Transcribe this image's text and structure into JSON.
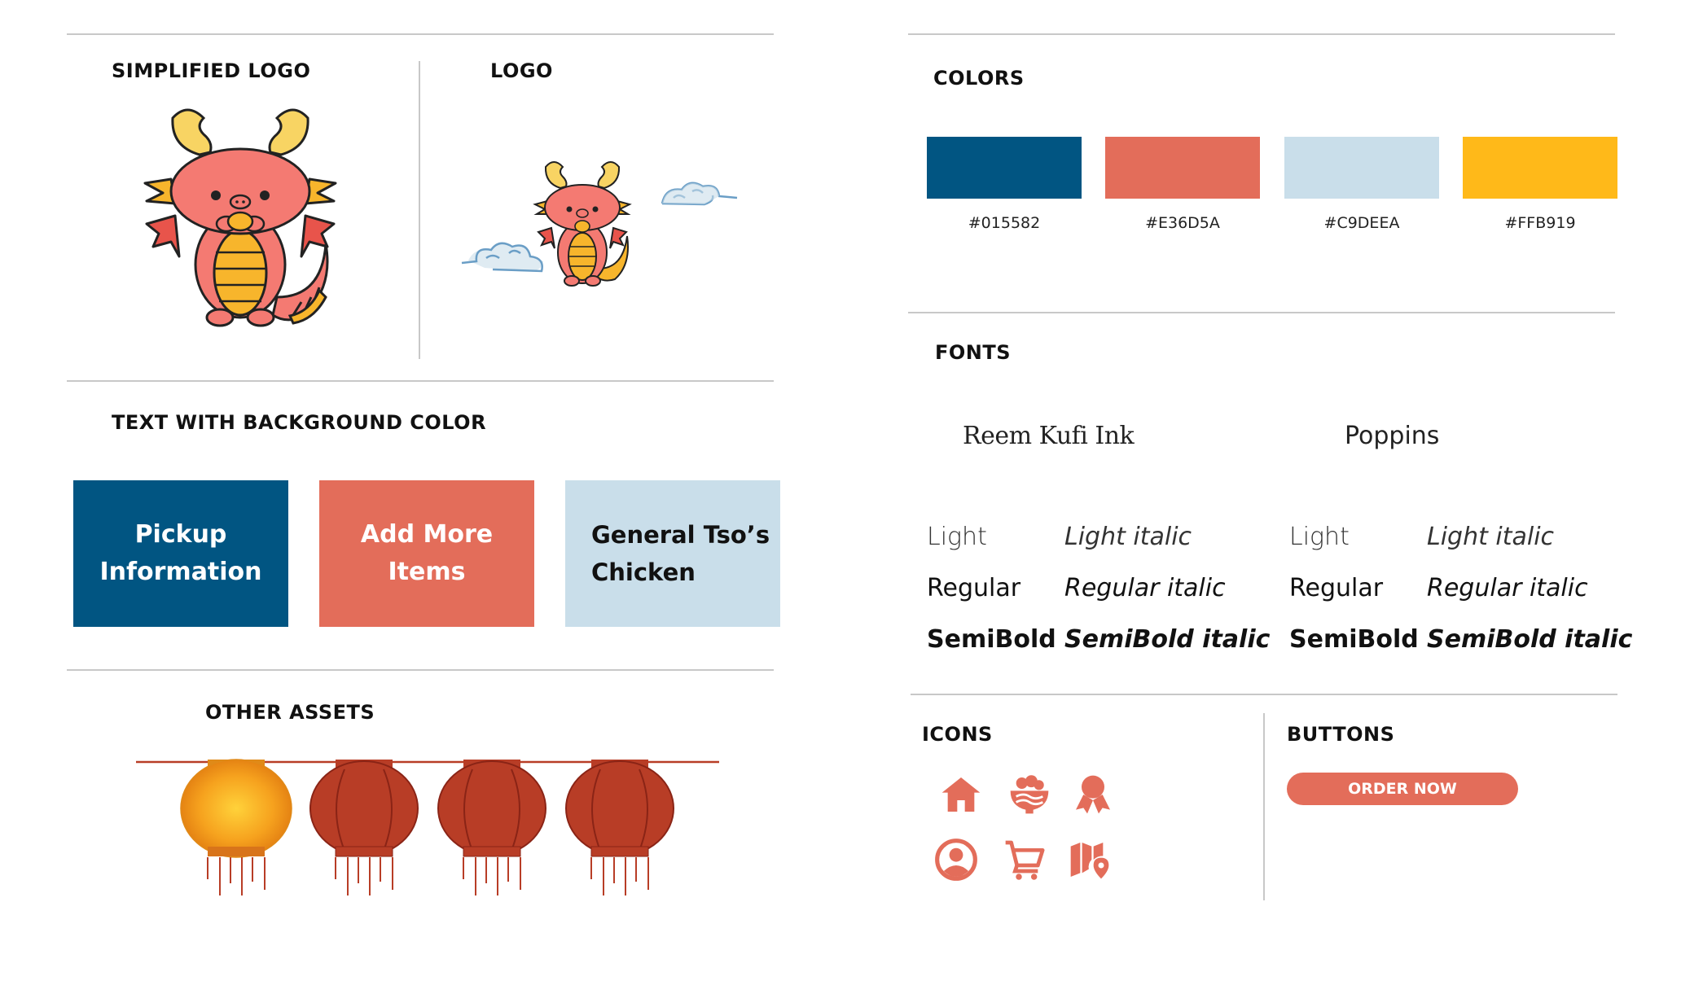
{
  "sections": {
    "simplified_logo": "SIMPLIFIED LOGO",
    "logo": "LOGO",
    "text_bg": "TEXT WITH BACKGROUND COLOR",
    "other_assets": "OTHER ASSETS",
    "colors": "COLORS",
    "fonts": "FONTS",
    "icons": "ICONS",
    "buttons": "BUTTONS"
  },
  "palette": [
    {
      "hex": "#015582",
      "color": "#015582"
    },
    {
      "hex": "#E36D5A",
      "color": "#E36D5A"
    },
    {
      "hex": "#C9DEEA",
      "color": "#C9DEEA"
    },
    {
      "hex": "#FFB919",
      "color": "#FFB919"
    }
  ],
  "text_boxes": [
    {
      "line1": "Pickup",
      "line2": "Information",
      "bg": "#015582",
      "fg": "#ffffff"
    },
    {
      "line1": "Add More",
      "line2": "Items",
      "bg": "#E36D5A",
      "fg": "#ffffff"
    },
    {
      "line1": "General Tso’s",
      "line2": "Chicken",
      "bg": "#C9DEEA",
      "fg": "#111111"
    }
  ],
  "fonts": {
    "font1": "Reem Kufi Ink",
    "font2": "Poppins",
    "weights_left": {
      "light": "Light",
      "light_italic": "Light italic",
      "regular": "Regular",
      "regular_italic": "Regular italic",
      "semibold": "SemiBold",
      "semibold_italic": "SemiBold italic"
    },
    "weights_right": {
      "light": "Light",
      "light_italic": "Light italic",
      "regular": "Regular",
      "regular_italic": "Regular italic",
      "semibold": "SemiBold",
      "semibold_italic": "SemiBold italic"
    }
  },
  "icons": [
    "home-icon",
    "noodle-bowl-icon",
    "award-ribbon-icon",
    "account-circle-icon",
    "shopping-cart-icon",
    "map-pin-icon"
  ],
  "icon_color": "#E36D5A",
  "button": {
    "label": "ORDER NOW",
    "color": "#E36D5A"
  },
  "lantern_colors": {
    "lit": "#F6A21E",
    "unlit": "#B83D26",
    "string": "#B83D26"
  }
}
